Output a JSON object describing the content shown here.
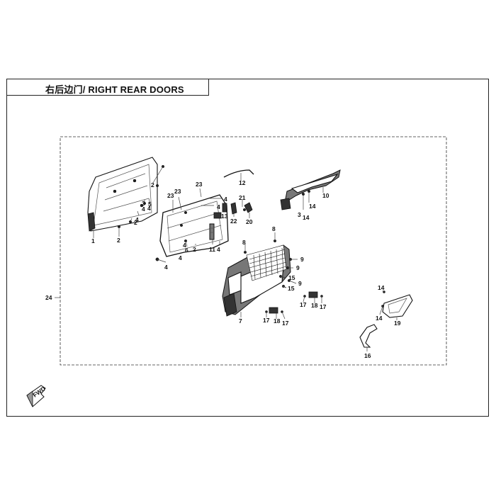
{
  "title": "右后边门/ RIGHT REAR DOORS",
  "direction_marker": "FWD",
  "callouts": [
    "1",
    "2",
    "2",
    "2",
    "3",
    "4",
    "4",
    "4",
    "5",
    "6",
    "23",
    "23",
    "4",
    "4",
    "2",
    "4",
    "4",
    "13",
    "23",
    "11",
    "4",
    "4",
    "12",
    "21",
    "22",
    "20",
    "10",
    "14",
    "3",
    "14",
    "8",
    "8",
    "9",
    "9",
    "9",
    "15",
    "15",
    "7",
    "17",
    "18",
    "17",
    "17",
    "18",
    "17",
    "14",
    "14",
    "19",
    "16",
    "24"
  ]
}
